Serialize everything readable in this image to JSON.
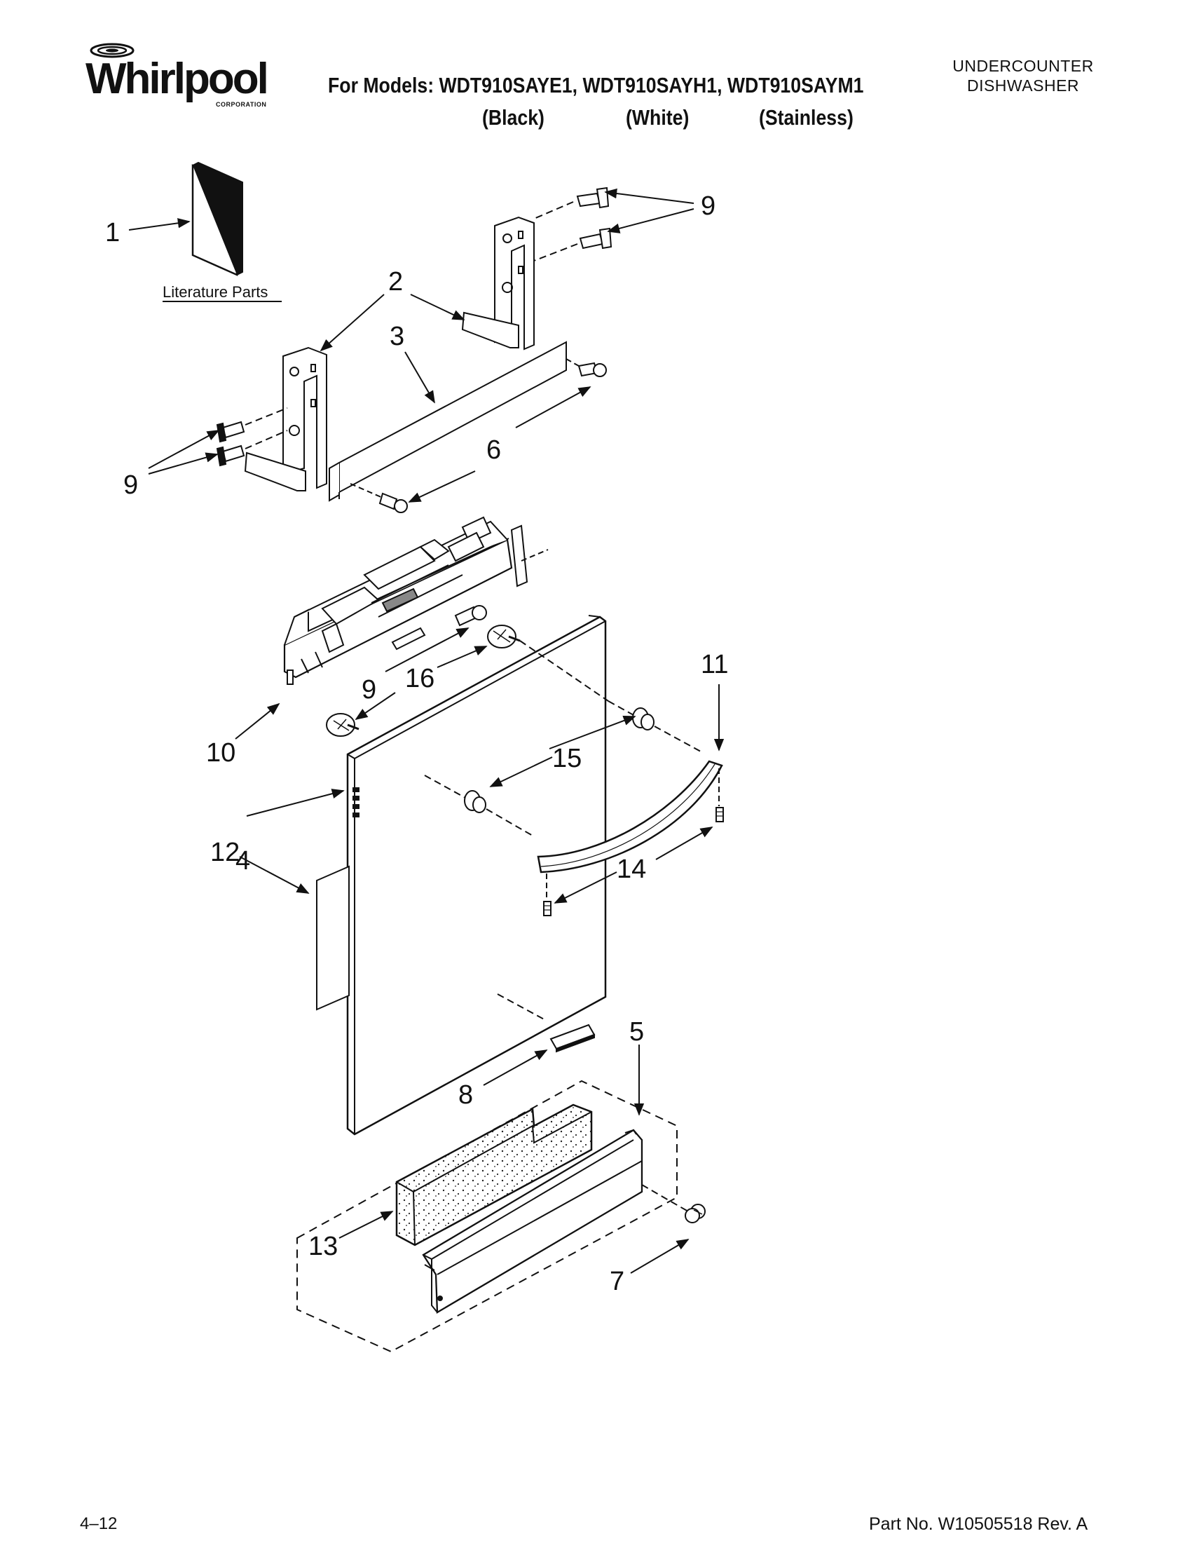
{
  "header": {
    "brand": "Whirlpool",
    "brand_sub": "CORPORATION",
    "models_line": "For Models: WDT910SAYE1, WDT910SAYH1, WDT910SAYM1",
    "colors": [
      "(Black)",
      "(White)",
      "(Stainless)"
    ],
    "appliance_line1": "UNDERCOUNTER",
    "appliance_line2": "DISHWASHER"
  },
  "diagram": {
    "literature_label": "Literature Parts",
    "callouts": {
      "c1": "1",
      "c2": "2",
      "c3": "3",
      "c4": "4",
      "c5": "5",
      "c6": "6",
      "c7": "7",
      "c8": "8",
      "c9a": "9",
      "c9b": "9",
      "c9c": "9",
      "c10": "10",
      "c11": "11",
      "c12": "12",
      "c13": "13",
      "c14": "14",
      "c15": "15",
      "c16": "16"
    }
  },
  "footer": {
    "page": "4–12",
    "part_no": "Part No. W10505518 Rev. A"
  }
}
